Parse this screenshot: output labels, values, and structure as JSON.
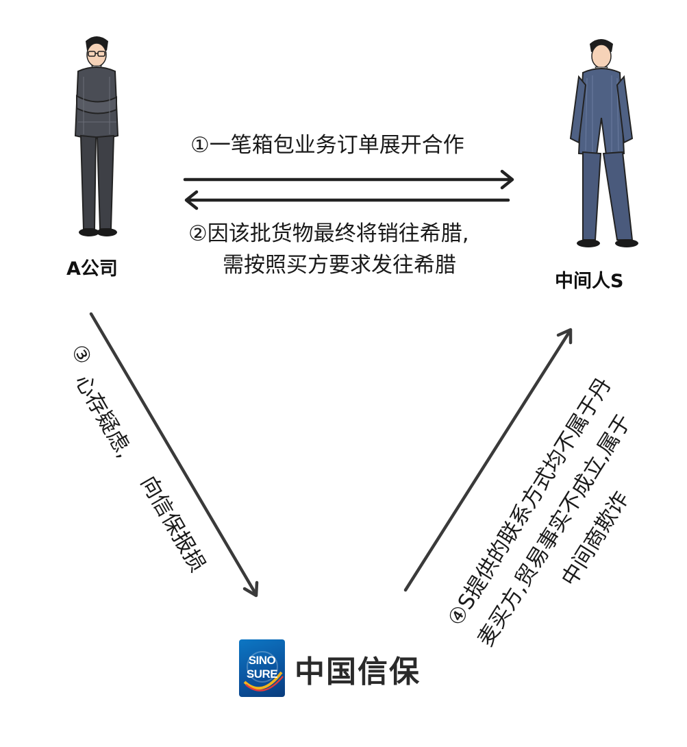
{
  "parties": {
    "company_a": "A公司",
    "middleman": "中间人S"
  },
  "steps": {
    "step1": "①一笔箱包业务订单展开合作",
    "step2_line1": "②因该批货物最终将销往希腊,",
    "step2_line2": "需按照买方要求发往希腊",
    "step3_line1": "③",
    "step3_line2": "心存疑虑,",
    "step3_line3": "向信保报损",
    "step4_line1": "④S提供的联系方式均不属于丹",
    "step4_line2": "麦买方,贸易事实不成立,属于",
    "step4_line3": "中间商欺诈"
  },
  "logo": {
    "mark_line1": "SINO",
    "mark_line2": "SURE",
    "brand_name": "中国信保"
  },
  "colors": {
    "arrow": "#2b2b2b",
    "suit_a": "#4a4d55",
    "suit_s": "#4f6184",
    "logo_blue": "#0b5aa8"
  }
}
